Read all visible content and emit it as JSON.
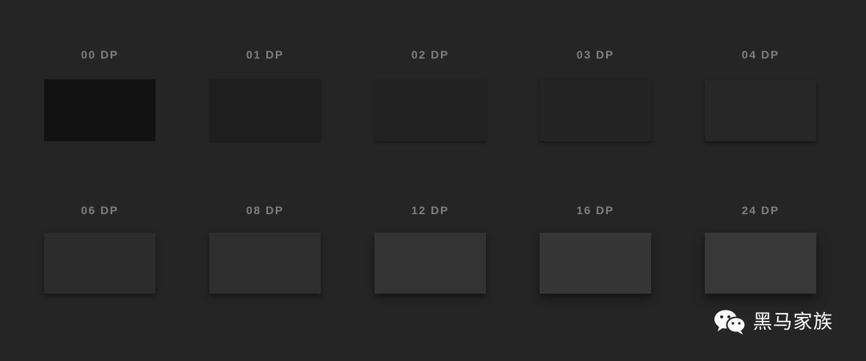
{
  "elevations": [
    {
      "label": "00 DP",
      "surface_color": "#121212"
    },
    {
      "label": "01 DP",
      "surface_color": "#1e1e1e"
    },
    {
      "label": "02 DP",
      "surface_color": "#222222"
    },
    {
      "label": "03 DP",
      "surface_color": "#242424"
    },
    {
      "label": "04 DP",
      "surface_color": "#272727"
    },
    {
      "label": "06 DP",
      "surface_color": "#2c2c2c"
    },
    {
      "label": "08 DP",
      "surface_color": "#2e2e2e"
    },
    {
      "label": "12 DP",
      "surface_color": "#333333"
    },
    {
      "label": "16 DP",
      "surface_color": "#363636"
    },
    {
      "label": "24 DP",
      "surface_color": "#383838"
    }
  ],
  "background_color": "#252525",
  "label_color": "#7f7f7f",
  "watermark": {
    "icon": "wechat-icon",
    "text": "黑马家族"
  }
}
